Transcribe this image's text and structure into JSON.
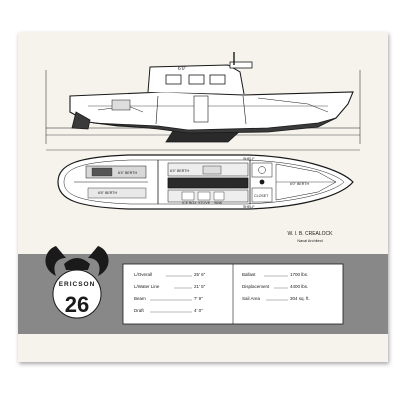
{
  "drawing": {
    "profile_labels": {
      "headroom": "6'0\""
    },
    "plan_labels": {
      "quarter_berth": "6'6\" BERTH",
      "dinette_berth": "6'4\" BERTH",
      "settee_berth": "6'4\" BERTH",
      "vberth": "6'0\" BERTH",
      "shelf_aft": "SHELF",
      "shelf_fwd": "SHELF",
      "ice_box": "ICE BOX",
      "stove": "STOVE",
      "sink": "SINK",
      "closet": "CLOSET"
    },
    "designer": "W. I. B. CREALOCK",
    "designer_title": "Naval Architect"
  },
  "brand": {
    "name": "ERICSON",
    "number": "26"
  },
  "specs": {
    "left": [
      {
        "label": "L/Overall",
        "value": "25' 6\""
      },
      {
        "label": "L/Water Line",
        "value": "21' 5\""
      },
      {
        "label": "Beam",
        "value": "7' 9\""
      },
      {
        "label": "Draft",
        "value": "4' 0\""
      }
    ],
    "right": [
      {
        "label": "Ballast",
        "value": "1700 lbs."
      },
      {
        "label": "Displacement",
        "value": "4400 lbs."
      },
      {
        "label": "Sail Area",
        "value": "304 sq. ft."
      }
    ]
  },
  "colors": {
    "paper": "#f5f3ec",
    "band": "#888888",
    "ink": "#1a1a1a"
  }
}
